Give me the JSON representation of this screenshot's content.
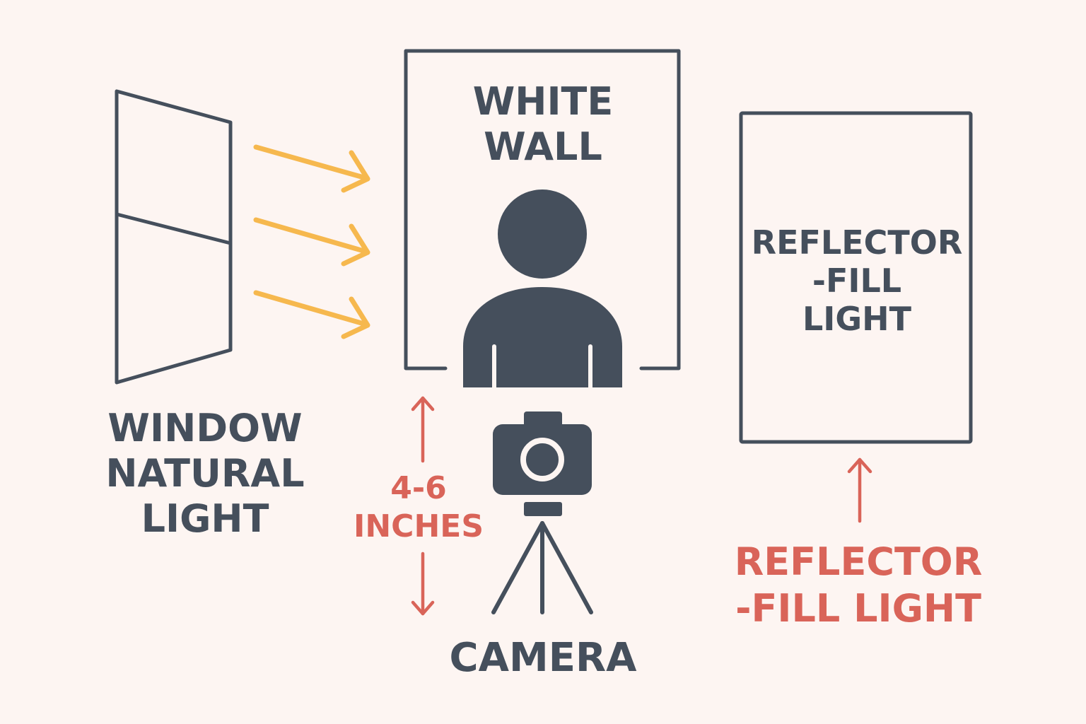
{
  "diagram": {
    "window": {
      "label_lines": [
        "WINDOW",
        "NATURAL",
        "LIGHT"
      ]
    },
    "wall": {
      "label_lines": [
        "WHITE",
        "WALL"
      ]
    },
    "reflector_box": {
      "label_lines": [
        "REFLECTOR",
        "-FILL",
        "LIGHT"
      ]
    },
    "distance": {
      "label_lines": [
        "4-6",
        "INCHES"
      ]
    },
    "camera": {
      "label": "CAMERA"
    },
    "reflector_caption": {
      "label_lines": [
        "REFLECTOR",
        "-FILL LIGHT"
      ]
    },
    "colors": {
      "background": "#fdf5f2",
      "outline": "#454f5c",
      "light_rays": "#f6b84e",
      "annotation": "#d96459"
    },
    "icons": [
      "window-icon",
      "light-ray-arrow-icon",
      "person-icon",
      "camera-icon",
      "tripod-icon",
      "double-arrow-icon",
      "up-arrow-icon"
    ]
  }
}
